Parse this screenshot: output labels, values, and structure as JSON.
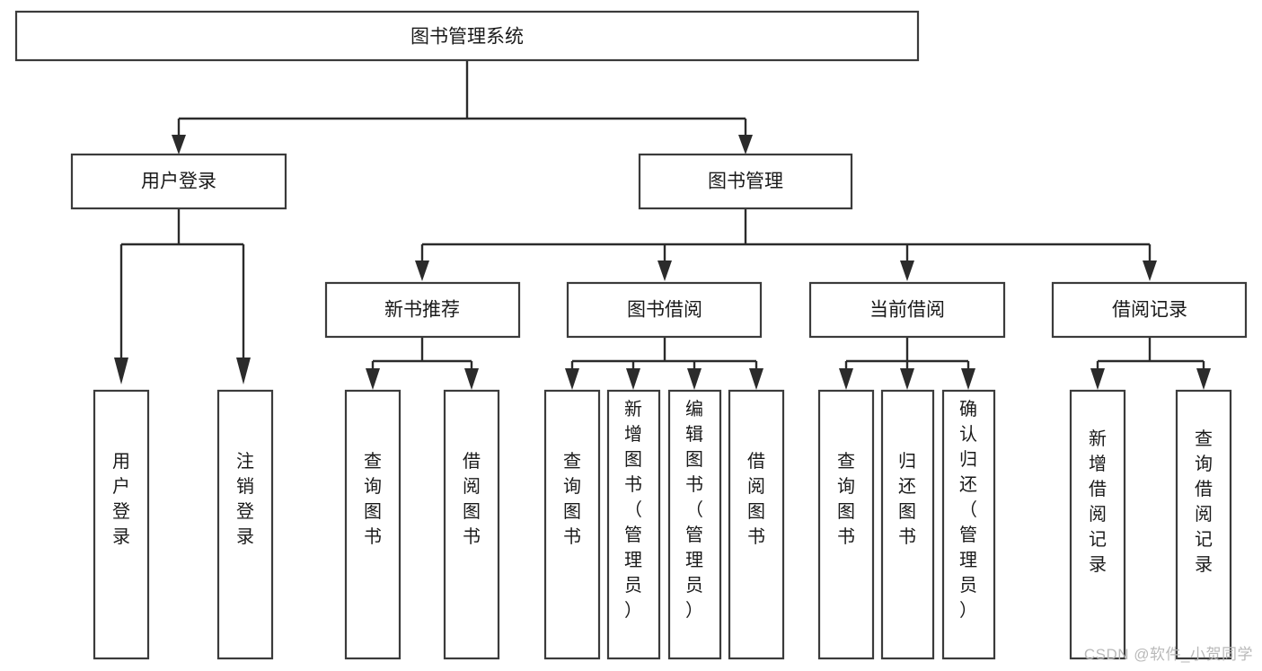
{
  "diagram": {
    "type": "tree",
    "title": "图书管理系统",
    "watermark": "CSDN @软件_小贺同学",
    "colors": {
      "box_stroke": "#3b3b3b",
      "connector": "#2b2b2b",
      "background": "#ffffff",
      "text": "#1a1a1a",
      "watermark": "#b9b9b9"
    },
    "nodes": {
      "root": {
        "label": "图书管理系统",
        "level": 1
      },
      "l2": [
        {
          "id": "user-login",
          "label": "用户登录",
          "level": 2
        },
        {
          "id": "book-manage",
          "label": "图书管理",
          "level": 2
        }
      ],
      "l3": [
        {
          "id": "new-book-recommend",
          "label": "新书推荐",
          "level": 3,
          "parent": "book-manage"
        },
        {
          "id": "book-borrow",
          "label": "图书借阅",
          "level": 3,
          "parent": "book-manage"
        },
        {
          "id": "current-borrow",
          "label": "当前借阅",
          "level": 3,
          "parent": "book-manage"
        },
        {
          "id": "borrow-record",
          "label": "借阅记录",
          "level": 3,
          "parent": "book-manage"
        }
      ],
      "leaves": [
        {
          "id": "leaf-user-login",
          "label": "用户登录",
          "parent": "user-login",
          "orientation": "vertical"
        },
        {
          "id": "leaf-logout-login",
          "label": "注销登录",
          "parent": "user-login",
          "orientation": "vertical"
        },
        {
          "id": "leaf-query-book-1",
          "label": "查询图书",
          "parent": "new-book-recommend",
          "orientation": "vertical"
        },
        {
          "id": "leaf-borrow-book-1",
          "label": "借阅图书",
          "parent": "new-book-recommend",
          "orientation": "vertical"
        },
        {
          "id": "leaf-query-book-2",
          "label": "查询图书",
          "parent": "book-borrow",
          "orientation": "vertical"
        },
        {
          "id": "leaf-add-book-admin",
          "label": "新增图书（管理员）",
          "parent": "book-borrow",
          "orientation": "vertical"
        },
        {
          "id": "leaf-edit-book-admin",
          "label": "编辑图书（管理员）",
          "parent": "book-borrow",
          "orientation": "vertical"
        },
        {
          "id": "leaf-borrow-book-2",
          "label": "借阅图书",
          "parent": "book-borrow",
          "orientation": "vertical"
        },
        {
          "id": "leaf-query-book-3",
          "label": "查询图书",
          "parent": "current-borrow",
          "orientation": "vertical"
        },
        {
          "id": "leaf-return-book",
          "label": "归还图书",
          "parent": "current-borrow",
          "orientation": "vertical"
        },
        {
          "id": "leaf-confirm-return-admin",
          "label": "确认归还（管理员）",
          "parent": "current-borrow",
          "orientation": "vertical"
        },
        {
          "id": "leaf-add-borrow-record",
          "label": "新增借阅记录",
          "parent": "borrow-record",
          "orientation": "vertical"
        },
        {
          "id": "leaf-query-borrow-record",
          "label": "查询借阅记录",
          "parent": "borrow-record",
          "orientation": "vertical"
        }
      ]
    }
  }
}
